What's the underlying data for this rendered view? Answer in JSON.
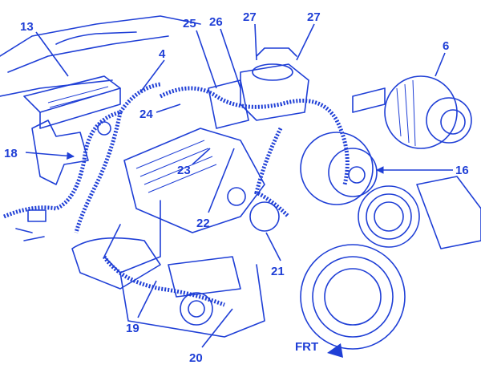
{
  "diagram": {
    "labels": {
      "l13": "13",
      "l4": "4",
      "l25": "25",
      "l26": "26",
      "l27a": "27",
      "l27b": "27",
      "l6": "6",
      "l24": "24",
      "l18": "18",
      "l23": "23",
      "l16": "16",
      "l22": "22",
      "l21": "21",
      "l19": "19",
      "l20": "20"
    },
    "front_indicator": "FRT",
    "color": "#1f3fd6"
  }
}
